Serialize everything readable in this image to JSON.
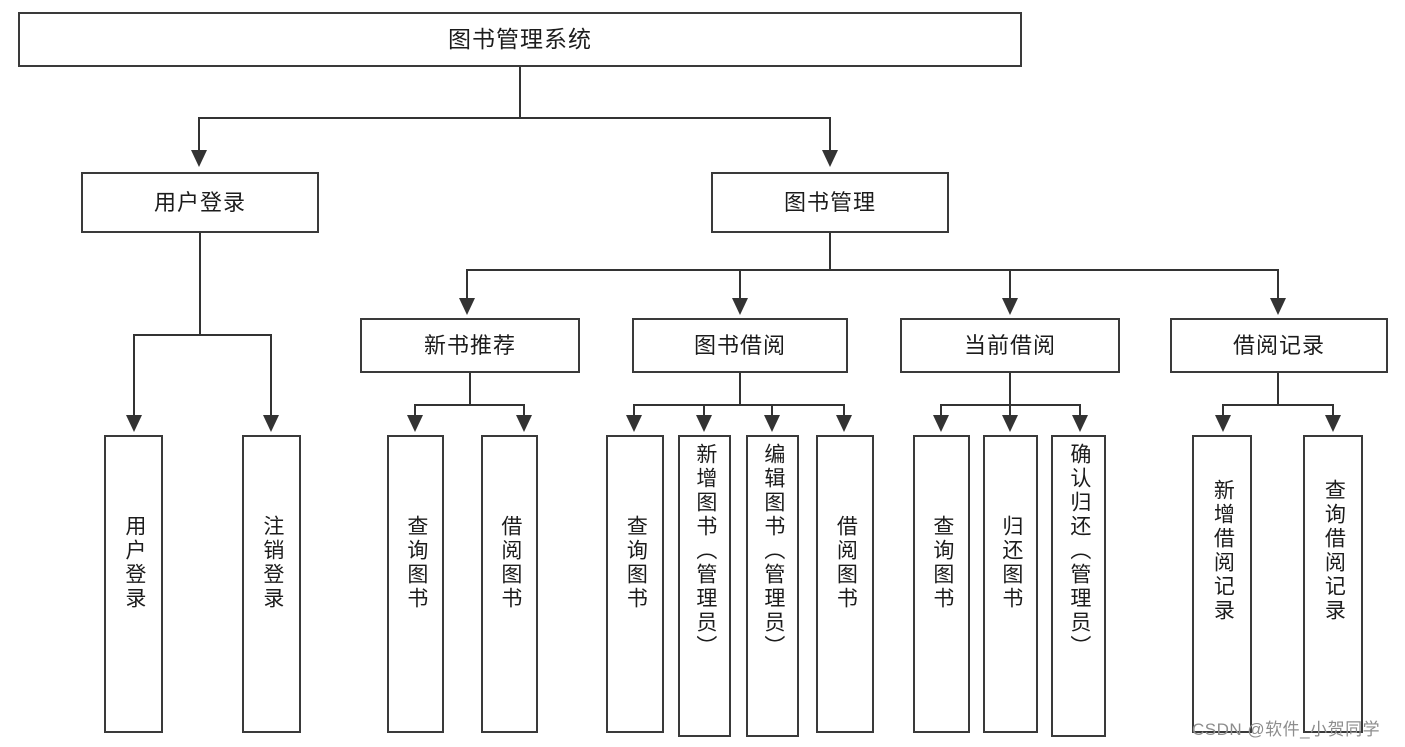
{
  "diagram": {
    "title": "图书管理系统",
    "type": "tree",
    "watermark": "CSDN @软件_小贺同学",
    "colors": {
      "box_border": "#3a3a3a",
      "connector": "#333333",
      "background": "#ffffff",
      "text": "#1c1c1c",
      "watermark": "#8d8d8d"
    },
    "root": {
      "label": "图书管理系统"
    },
    "level2": [
      {
        "label": "用户登录"
      },
      {
        "label": "图书管理"
      }
    ],
    "level3": [
      {
        "label": "新书推荐"
      },
      {
        "label": "图书借阅"
      },
      {
        "label": "当前借阅"
      },
      {
        "label": "借阅记录"
      }
    ],
    "leaves": {
      "user_login": [
        {
          "label": "用户登录"
        },
        {
          "label": "注销登录"
        }
      ],
      "new_book_recommend": [
        {
          "label": "查询图书"
        },
        {
          "label": "借阅图书"
        }
      ],
      "book_borrow": [
        {
          "label": "查询图书"
        },
        {
          "label": "新增图书（管理员）"
        },
        {
          "label": "编辑图书（管理员）"
        },
        {
          "label": "借阅图书"
        }
      ],
      "current_borrow": [
        {
          "label": "查询图书"
        },
        {
          "label": "归还图书"
        },
        {
          "label": "确认归还（管理员）"
        }
      ],
      "borrow_records": [
        {
          "label": "新增借阅记录"
        },
        {
          "label": "查询借阅记录"
        }
      ]
    }
  }
}
